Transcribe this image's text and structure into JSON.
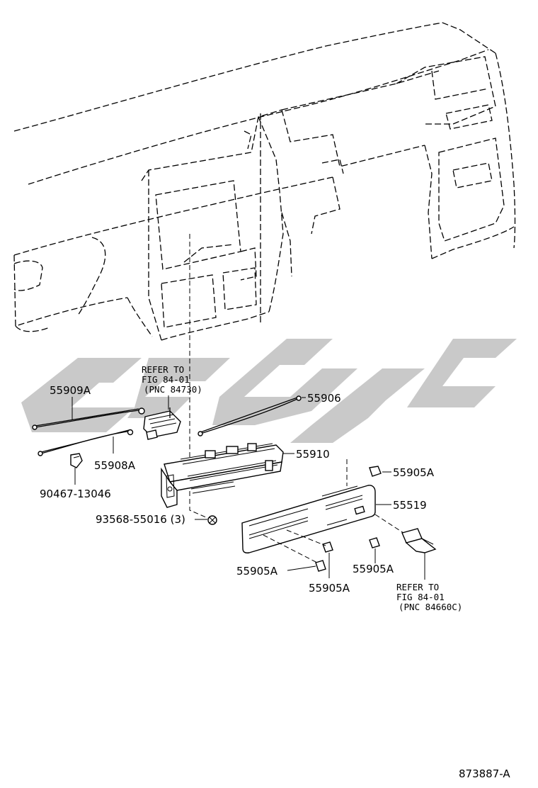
{
  "parts": {
    "p55909A": "55909A",
    "p55908A": "55908A",
    "p90467": "90467-13046",
    "p93568": "93568-55016 (3)",
    "p55906": "55906",
    "p55910": "55910",
    "p55905A_top": "55905A",
    "p55519": "55519",
    "p55905A_left": "55905A",
    "p55905A_mid": "55905A",
    "p55905A_right": "55905A"
  },
  "refs": {
    "upper": [
      "REFER TO",
      "FIG 84-01",
      "(PNC 84730)"
    ],
    "lower": [
      "REFER TO",
      "FIG 84-01",
      "(PNC 84660C)"
    ]
  },
  "figure_id": "873887-A",
  "watermark": {
    "color": "#b4b4b4"
  }
}
